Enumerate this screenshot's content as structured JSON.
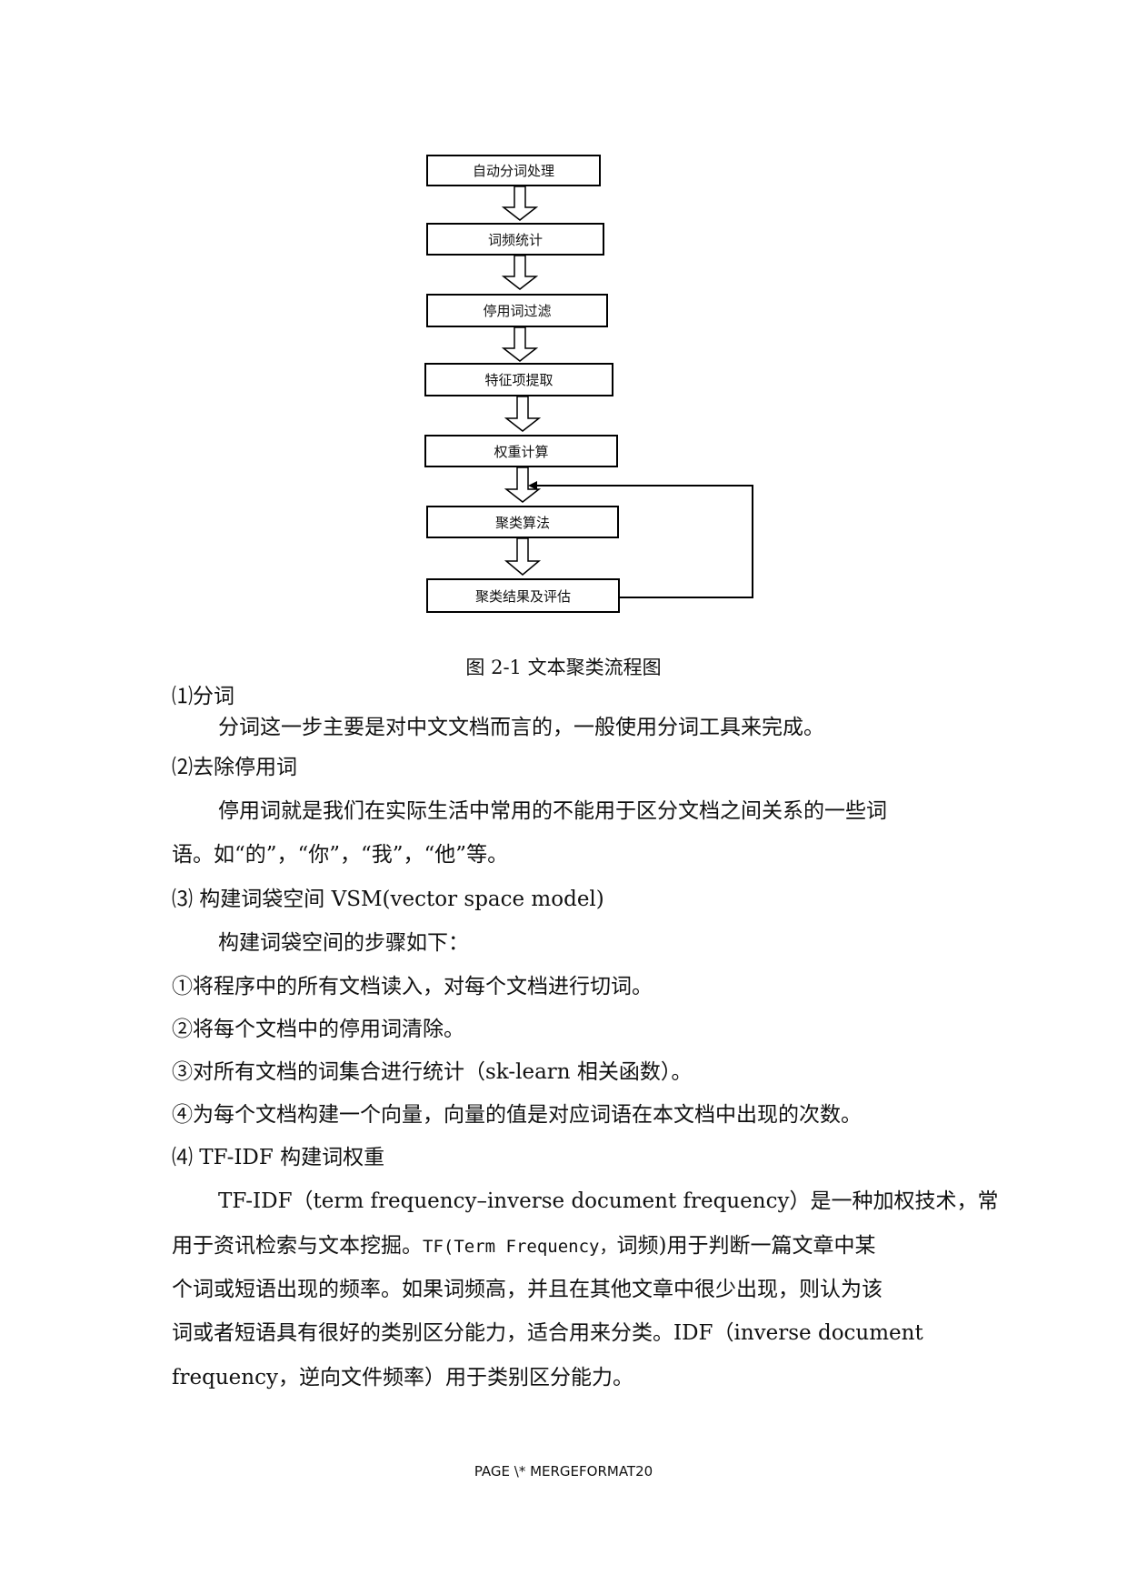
{
  "figure": {
    "steps": [
      {
        "label": "自动分词处理"
      },
      {
        "label": "词频统计"
      },
      {
        "label": "停用词过滤"
      },
      {
        "label": "特征项提取"
      },
      {
        "label": "权重计算"
      },
      {
        "label": "聚类算法"
      },
      {
        "label": "聚类结果及评估"
      }
    ],
    "feedback_loop": "聚类结果及评估 → 聚类算法",
    "caption": "图 2-1 文本聚类流程图"
  },
  "body": {
    "s1_heading": "⑴分词",
    "s1_text": "分词这一步主要是对中文文档而言的，一般使用分词工具来完成。",
    "s2_heading": "⑵去除停用词",
    "s2_text_line1": "停用词就是我们在实际生活中常用的不能用于区分文档之间关系的一些词",
    "s2_text_line2": "语。如“的”，“你”，“我”，“他”等。",
    "s3_heading": "⑶ 构建词袋空间 VSM(vector space model)",
    "s3_intro": "构建词袋空间的步骤如下：",
    "s3_steps": [
      "①将程序中的所有文档读入，对每个文档进行切词。",
      "②将每个文档中的停用词清除。",
      "③对所有文档的词集合进行统计（sk-learn 相关函数）。",
      "④为每个文档构建一个向量，向量的值是对应词语在本文档中出现的次数。"
    ],
    "s4_heading": "⑷ TF-IDF 构建词权重",
    "s4_line1": "TF-IDF（term frequency–inverse document frequency）是一种加权技术，常",
    "s4_line2a": "用于资讯检索与文本挖掘。",
    "s4_line2b": "TF(Term Frequency，",
    "s4_line2c": "词频)用于判断一篇文章中某",
    "s4_line3": "个词或短语出现的频率。如果词频高，并且在其他文章中很少出现，则认为该",
    "s4_line4": "词或者短语具有很好的类别区分能力，适合用来分类。IDF（inverse document",
    "s4_line5": "frequency，逆向文件频率）用于类别区分能力。"
  },
  "footer": {
    "page_field": "PAGE   \\* MERGEFORMAT20"
  }
}
